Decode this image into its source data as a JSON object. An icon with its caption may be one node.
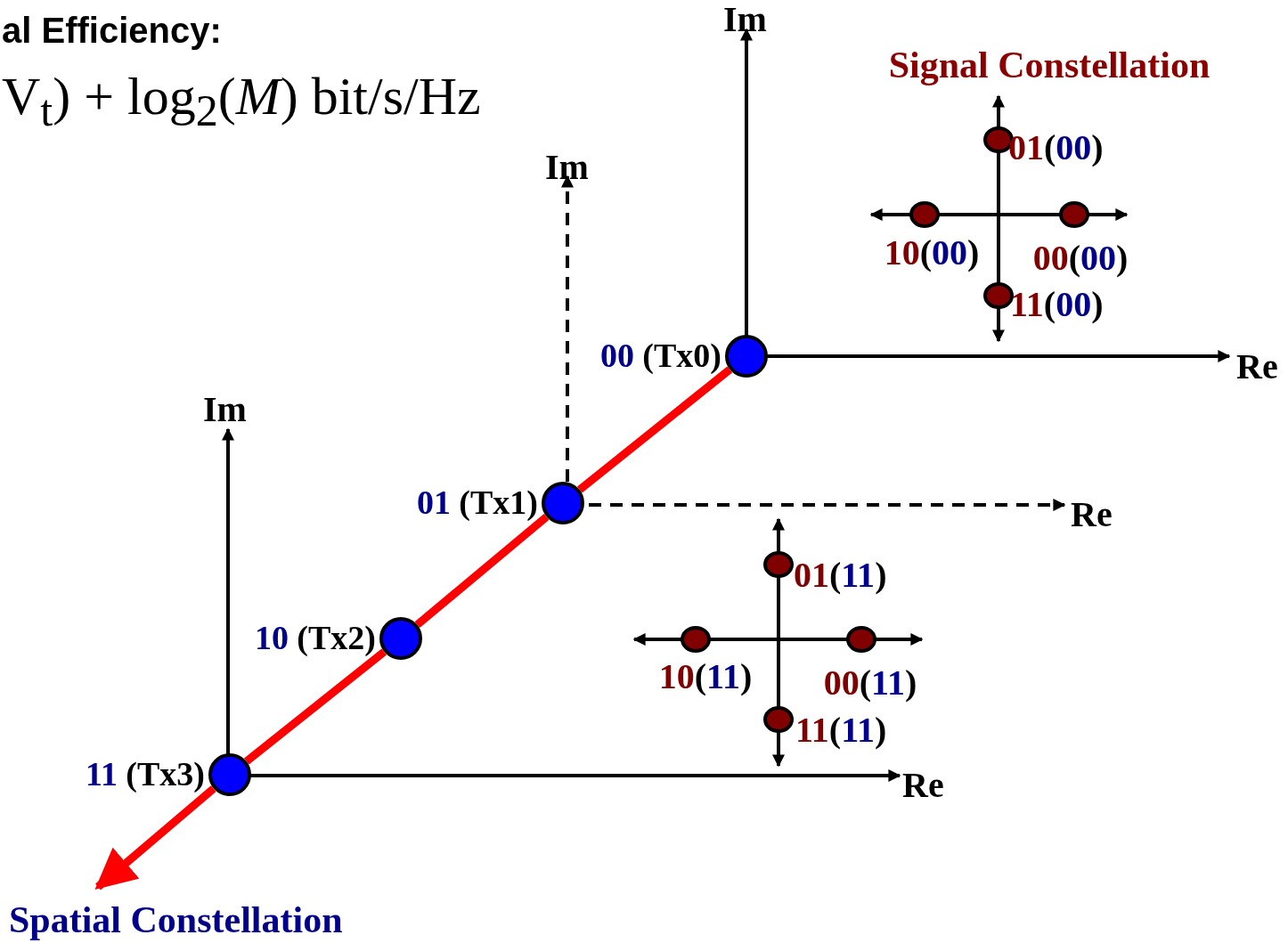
{
  "diagram": {
    "nodes": [
      {
        "text": [],
        "shape": "circle",
        "beside": [
          "00",
          "(Tx0)"
        ]
      },
      {
        "text": [],
        "shape": "circle",
        "beside": [
          "01",
          "(Tx1)"
        ]
      },
      {
        "text": [],
        "shape": "circle",
        "beside": [
          "10",
          "(Tx2)"
        ]
      },
      {
        "text": [],
        "shape": "circle",
        "beside": [
          "11",
          "(Tx3)"
        ]
      },
      {
        "text": [
          "Spatial Constellation"
        ]
      }
    ],
    "edges": [
      {
        "from": 0,
        "to": 1,
        "arrow": "none"
      },
      {
        "from": 1,
        "to": 2,
        "arrow": "none"
      },
      {
        "from": 2,
        "to": 3,
        "arrow": "none"
      },
      {
        "from": 3,
        "to": 4,
        "arrow": "to"
      }
    ],
    "labels": [
      "al Efficiency:",
      "V$_{t}$) + log$_{2}$(*M*) bit/s/Hz",
      "Im",
      "Signal Constellation",
      "01(00)",
      "10(00)",
      "00(00)",
      "11(00)",
      "Re",
      "Im",
      "Re",
      "01(11)",
      "Im",
      "10(11)",
      "00(11)",
      "11(11)",
      "Re"
    ]
  }
}
